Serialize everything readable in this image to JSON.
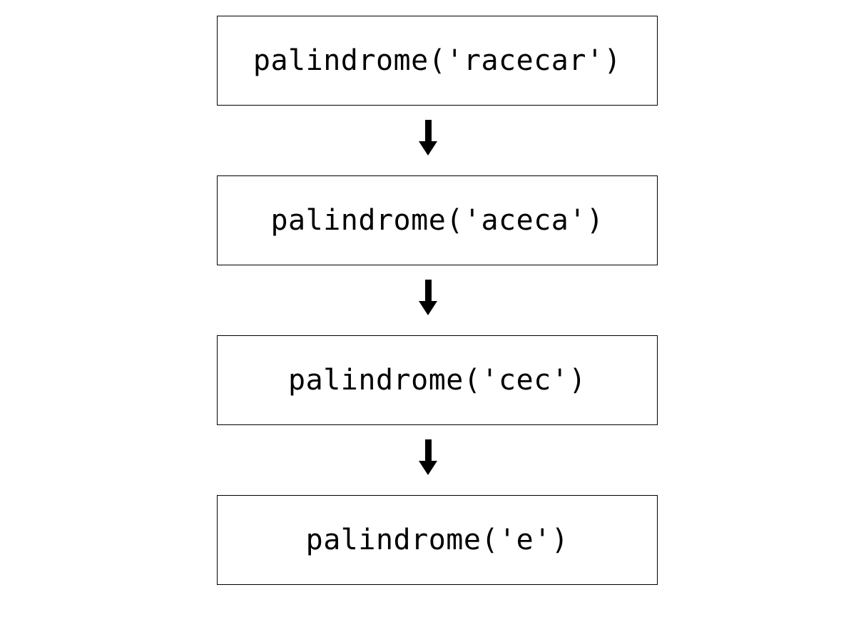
{
  "diagram": {
    "description": "Recursive palindrome call chain",
    "steps": [
      {
        "label": "palindrome('racecar')"
      },
      {
        "label": "palindrome('aceca')"
      },
      {
        "label": "palindrome('cec')"
      },
      {
        "label": "palindrome('e')"
      }
    ],
    "colors": {
      "background": "#ffffff",
      "box_border": "#000000",
      "text": "#000000",
      "arrow": "#000000"
    }
  }
}
